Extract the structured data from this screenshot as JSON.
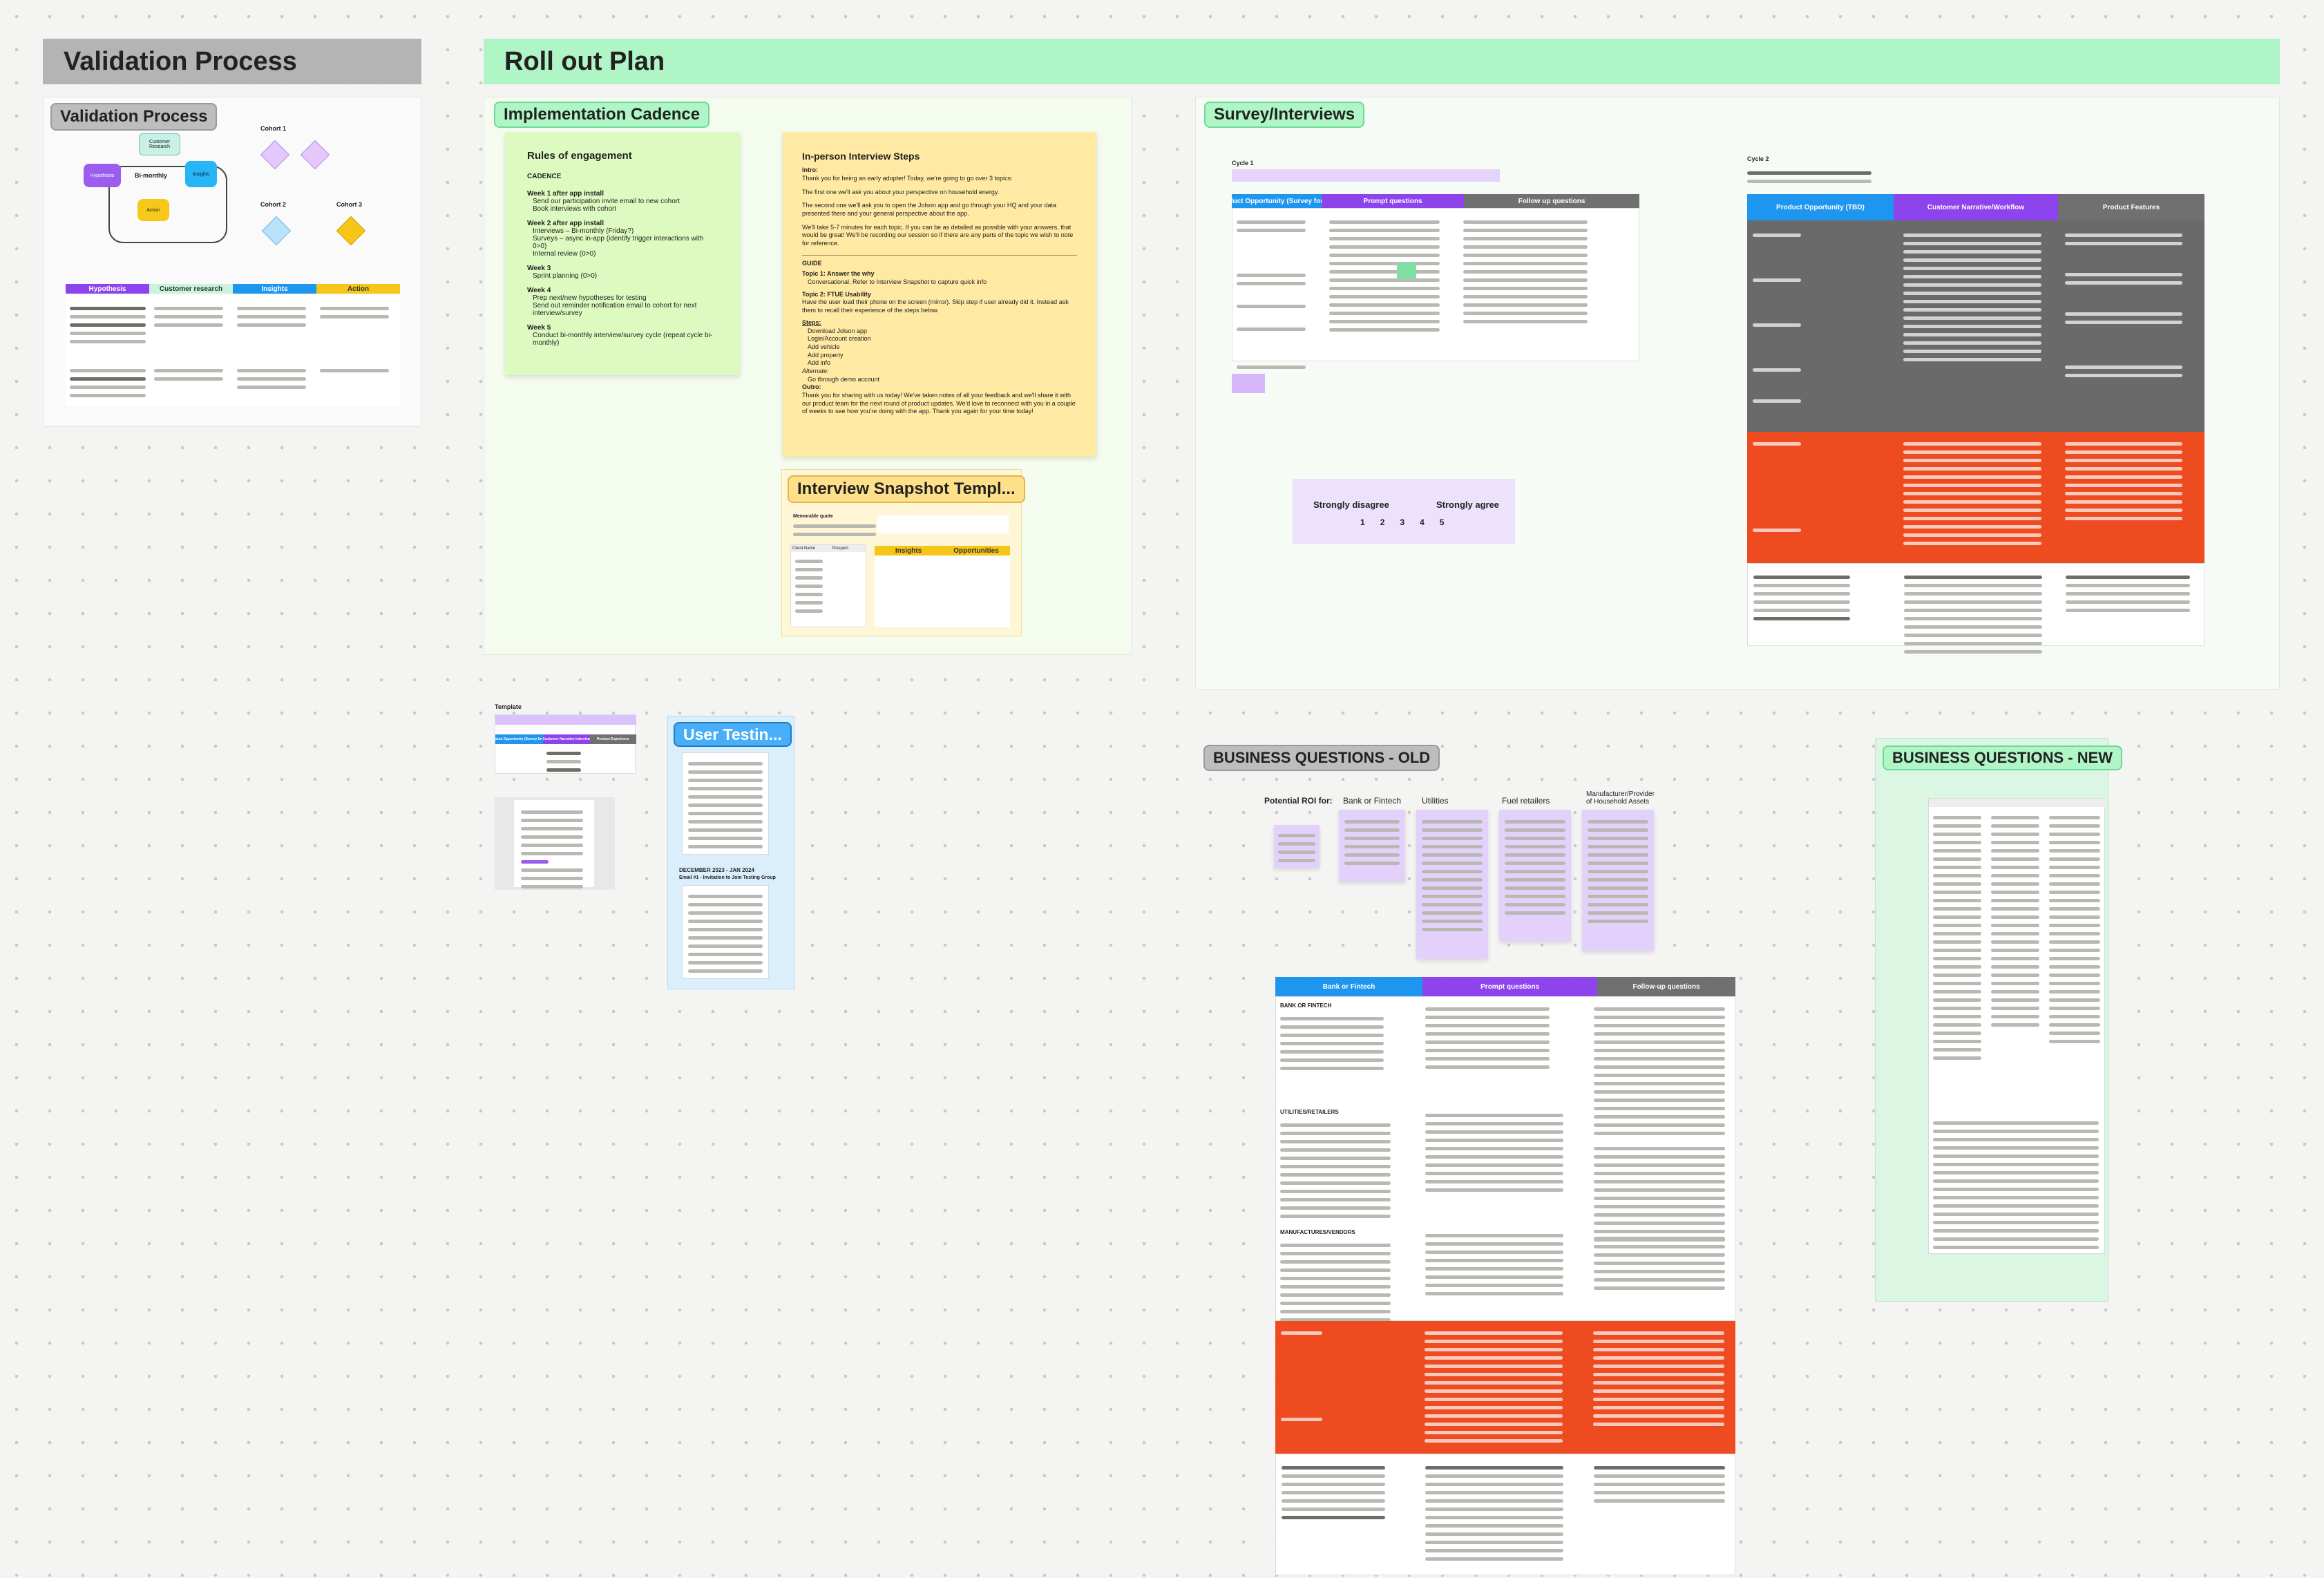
{
  "sections": {
    "validation_title": "Validation Process",
    "rollout_title": "Roll out Plan"
  },
  "validation": {
    "tag": "Validation Process",
    "cycle_center": "Bi-monthly",
    "nodes": [
      "Customer Research",
      "Insights",
      "Action",
      "Hypothesis"
    ],
    "cohort1": "Cohort 1",
    "cohort2": "Cohort 2",
    "cohort3": "Cohort 3",
    "columns": [
      "Hypothesis",
      "Customer research",
      "Insights",
      "Action"
    ]
  },
  "implementation": {
    "tag": "Implementation Cadence",
    "rules_title": "Rules of engagement",
    "cadence_label": "CADENCE",
    "weeks": [
      {
        "title": "Week 1 after app install",
        "items": [
          "Send our participation invite email to new cohort",
          "Book interviews with cohort"
        ]
      },
      {
        "title": "Week 2 after app install",
        "items": [
          "Interviews – Bi-monthly (Friday?)",
          "Surveys – async in-app (identify trigger interactions with 0>0)",
          "Internal review (0>0)"
        ]
      },
      {
        "title": "Week 3",
        "items": [
          "Sprint planning (0>0)"
        ]
      },
      {
        "title": "Week 4",
        "items": [
          "Prep next/new hypotheses for testing",
          "Send out reminder notification email to cohort for next interview/survey"
        ]
      },
      {
        "title": "Week 5",
        "items": [
          "Conduct bi-monthly interview/survey cycle (repeat cycle bi-monthly)"
        ]
      }
    ]
  },
  "interview": {
    "title": "In-person Interview Steps",
    "intro_label": "Intro:",
    "intro": "Thank you for being an early adopter! Today, we're going to go over 3 topics:",
    "p1": "The first one we'll ask you about your perspective on household energy.",
    "p2": "The second one we'll ask you to open the Jolson app and go through your HQ and your data presented there and your general perspective about the app.",
    "p3": "We'll take 5-7 minutes for each topic. If you can be as detailed as possible with your answers, that would be great! We'll be recording our session so if there are any parts of the topic we wish to note for reference.",
    "guide_label": "GUIDE",
    "topic1": "Topic 1: Answer the why",
    "topic1_item": "Conversational. Refer to Interview Snapshot to capture quick info",
    "topic2": "Topic 2: FTUE Usability",
    "topic2_text": "Have the user load their phone on the screen (mirror). Skip step if user already did it. Instead ask them to recall their experience of the steps below.",
    "steps_label": "Steps:",
    "steps": [
      "Download Jolson app",
      "Login/Account creation",
      "Add vehicle",
      "Add property",
      "Add info",
      "Go through demo account"
    ],
    "alt_label": "Alternate:",
    "outro_label": "Outro:",
    "outro": "Thank you for sharing with us today! We've taken notes of all your feedback and we'll share it with our product team for the next round of product updates. We'd love to reconnect with you in a couple of weeks to see how you're doing with the app. Thank you again for your time today!"
  },
  "snapshot": {
    "tag": "Interview Snapshot Templ...",
    "memorable": "Memorable quote",
    "col1": "Client Name",
    "col2": "Prospect",
    "col3": "Insights",
    "col4": "Opportunities"
  },
  "survey": {
    "tag": "Survey/Interviews",
    "cycle1": "Cycle 1",
    "cycle2": "Cycle 2",
    "cols": [
      "Product Opportunity (Survey for X?)",
      "Prompt questions",
      "Follow up questions"
    ],
    "cols2": [
      "Product Opportunity (TBD)",
      "Customer Narrative/Workflow",
      "Product Features"
    ],
    "scale_left": "Strongly disagree",
    "scale_right": "Strongly agree",
    "scale": [
      "1",
      "2",
      "3",
      "4",
      "5"
    ]
  },
  "template": {
    "label": "Template",
    "cols": [
      "Product Opportunity (Survey for X?)",
      "Customer Narrative Interview",
      "Product Experience"
    ]
  },
  "user_testing": {
    "tag": "User Testin...",
    "date": "DECEMBER 2023 - JAN 2024",
    "email": "Email #1 - Invitation to Join Testing Group"
  },
  "business_old": {
    "tag": "BUSINESS QUESTIONS - OLD",
    "roi_label": "Potential ROI for:",
    "categories": [
      "Bank or Fintech",
      "Utilities",
      "Fuel retailers",
      "Manufacturer/Provider of Household Assets"
    ],
    "cols": [
      "Bank or Fintech",
      "Prompt questions",
      "Follow-up questions"
    ],
    "groups": [
      "BANK OR FINTECH",
      "UTILITIES/RETAILERS",
      "MANUFACTURES/VENDORS"
    ]
  },
  "business_new": {
    "tag": "BUSINESS QUESTIONS - NEW"
  }
}
